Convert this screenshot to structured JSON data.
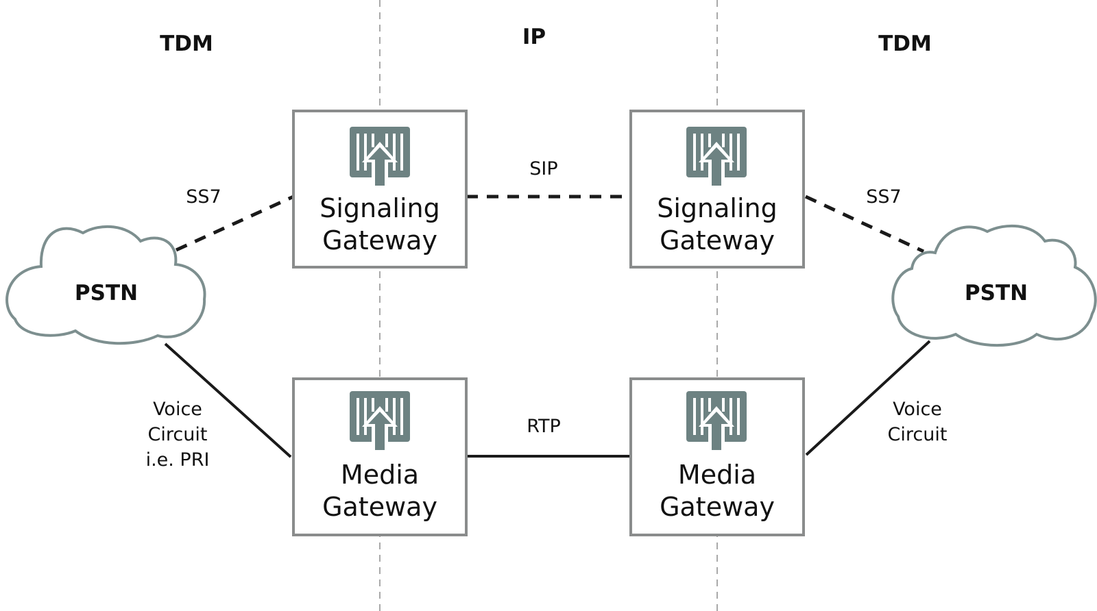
{
  "zones": {
    "left": "TDM",
    "middle": "IP",
    "right": "TDM"
  },
  "clouds": {
    "left": "PSTN",
    "right": "PSTN"
  },
  "gateways": {
    "signaling_left": [
      "Signaling",
      "Gateway"
    ],
    "signaling_right": [
      "Signaling",
      "Gateway"
    ],
    "media_left": [
      "Media",
      "Gateway"
    ],
    "media_right": [
      "Media",
      "Gateway"
    ]
  },
  "links": {
    "ss7_left": "SS7",
    "sip": "SIP",
    "ss7_right": "SS7",
    "rtp": "RTP",
    "voice_left": [
      "Voice",
      "Circuit",
      "i.e. PRI"
    ],
    "voice_right": [
      "Voice",
      "Circuit"
    ]
  },
  "colors": {
    "gateway_border": "#8a8c8c",
    "icon_fill": "#6d8282",
    "cloud_stroke": "#7d8f8f",
    "divider": "#a9a9a9",
    "link": "#1a1a1a"
  },
  "icons": {
    "gateway": "gateway-upload-icon"
  }
}
